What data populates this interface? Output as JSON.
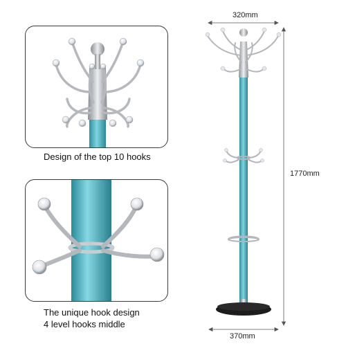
{
  "captions": {
    "top": "Design of the top 10 hooks",
    "middle_line1": "The unique hook design",
    "middle_line2": "4 level hooks middle"
  },
  "dimensions": {
    "width": "320mm",
    "height": "1770mm",
    "base": "370mm"
  },
  "colors": {
    "pole": "#4fb2c2",
    "chrome": "#b9bcc0",
    "base": "#1c1c1c"
  }
}
